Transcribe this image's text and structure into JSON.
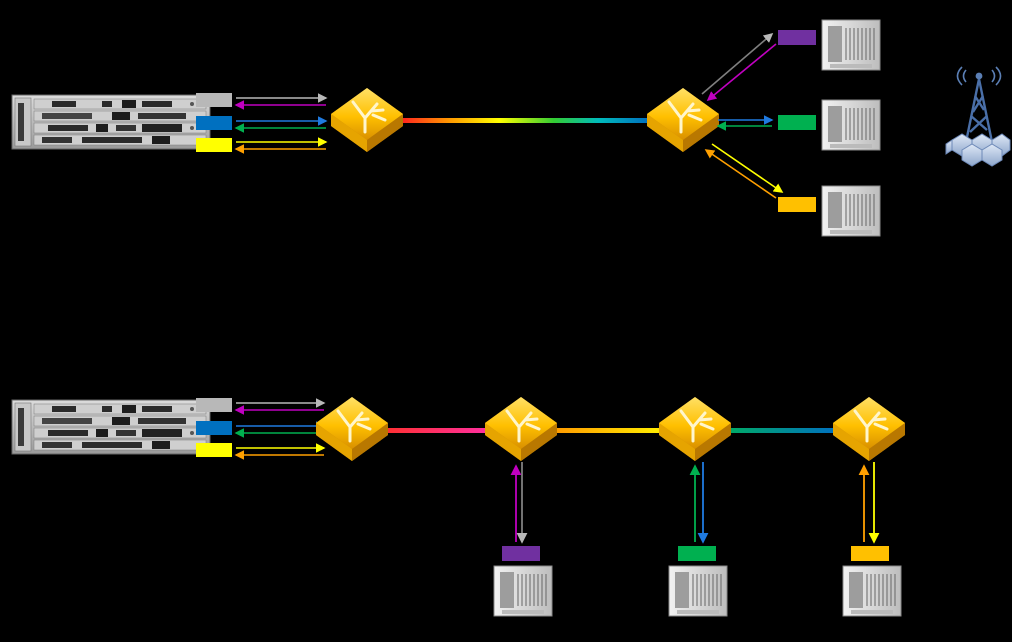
{
  "title": "",
  "colors": {
    "background": "#000000",
    "grey": "#b8b8b8",
    "purple": "#7030a0",
    "blue": "#0070c0",
    "green": "#00b050",
    "yellow": "#ffff00",
    "orange": "#ffc000",
    "node_gold": "#ffc000"
  },
  "top_topology": {
    "type": "point-to-multipoint",
    "equipment": "rack-chassis",
    "mux_node": "wdm-mux-node",
    "demux_node": "wdm-demux-node",
    "fiber_gradient": [
      "red",
      "orange",
      "yellow",
      "green",
      "cyan",
      "blue"
    ],
    "head_end_wavelengths": [
      "grey",
      "blue",
      "yellow"
    ],
    "branches": [
      {
        "transceiver": "purple",
        "unit": "remote-radio-unit"
      },
      {
        "transceiver": "green",
        "unit": "remote-radio-unit"
      },
      {
        "transceiver": "orange",
        "unit": "remote-radio-unit"
      }
    ],
    "tower_icon": "cell-tower-icon"
  },
  "bottom_topology": {
    "type": "chain / add-drop",
    "equipment": "rack-chassis",
    "head_end_wavelengths": [
      "grey",
      "blue",
      "yellow"
    ],
    "fiber_segments": [
      [
        "red",
        "magenta"
      ],
      [
        "orange",
        "yellow"
      ],
      [
        "yellow",
        "green"
      ],
      [
        "green",
        "blue"
      ]
    ],
    "add_drop_sites": [
      {
        "transceiver": "purple",
        "unit": "remote-radio-unit"
      },
      {
        "transceiver": "green",
        "unit": "remote-radio-unit"
      },
      {
        "transceiver": "orange",
        "unit": "remote-radio-unit"
      }
    ]
  }
}
